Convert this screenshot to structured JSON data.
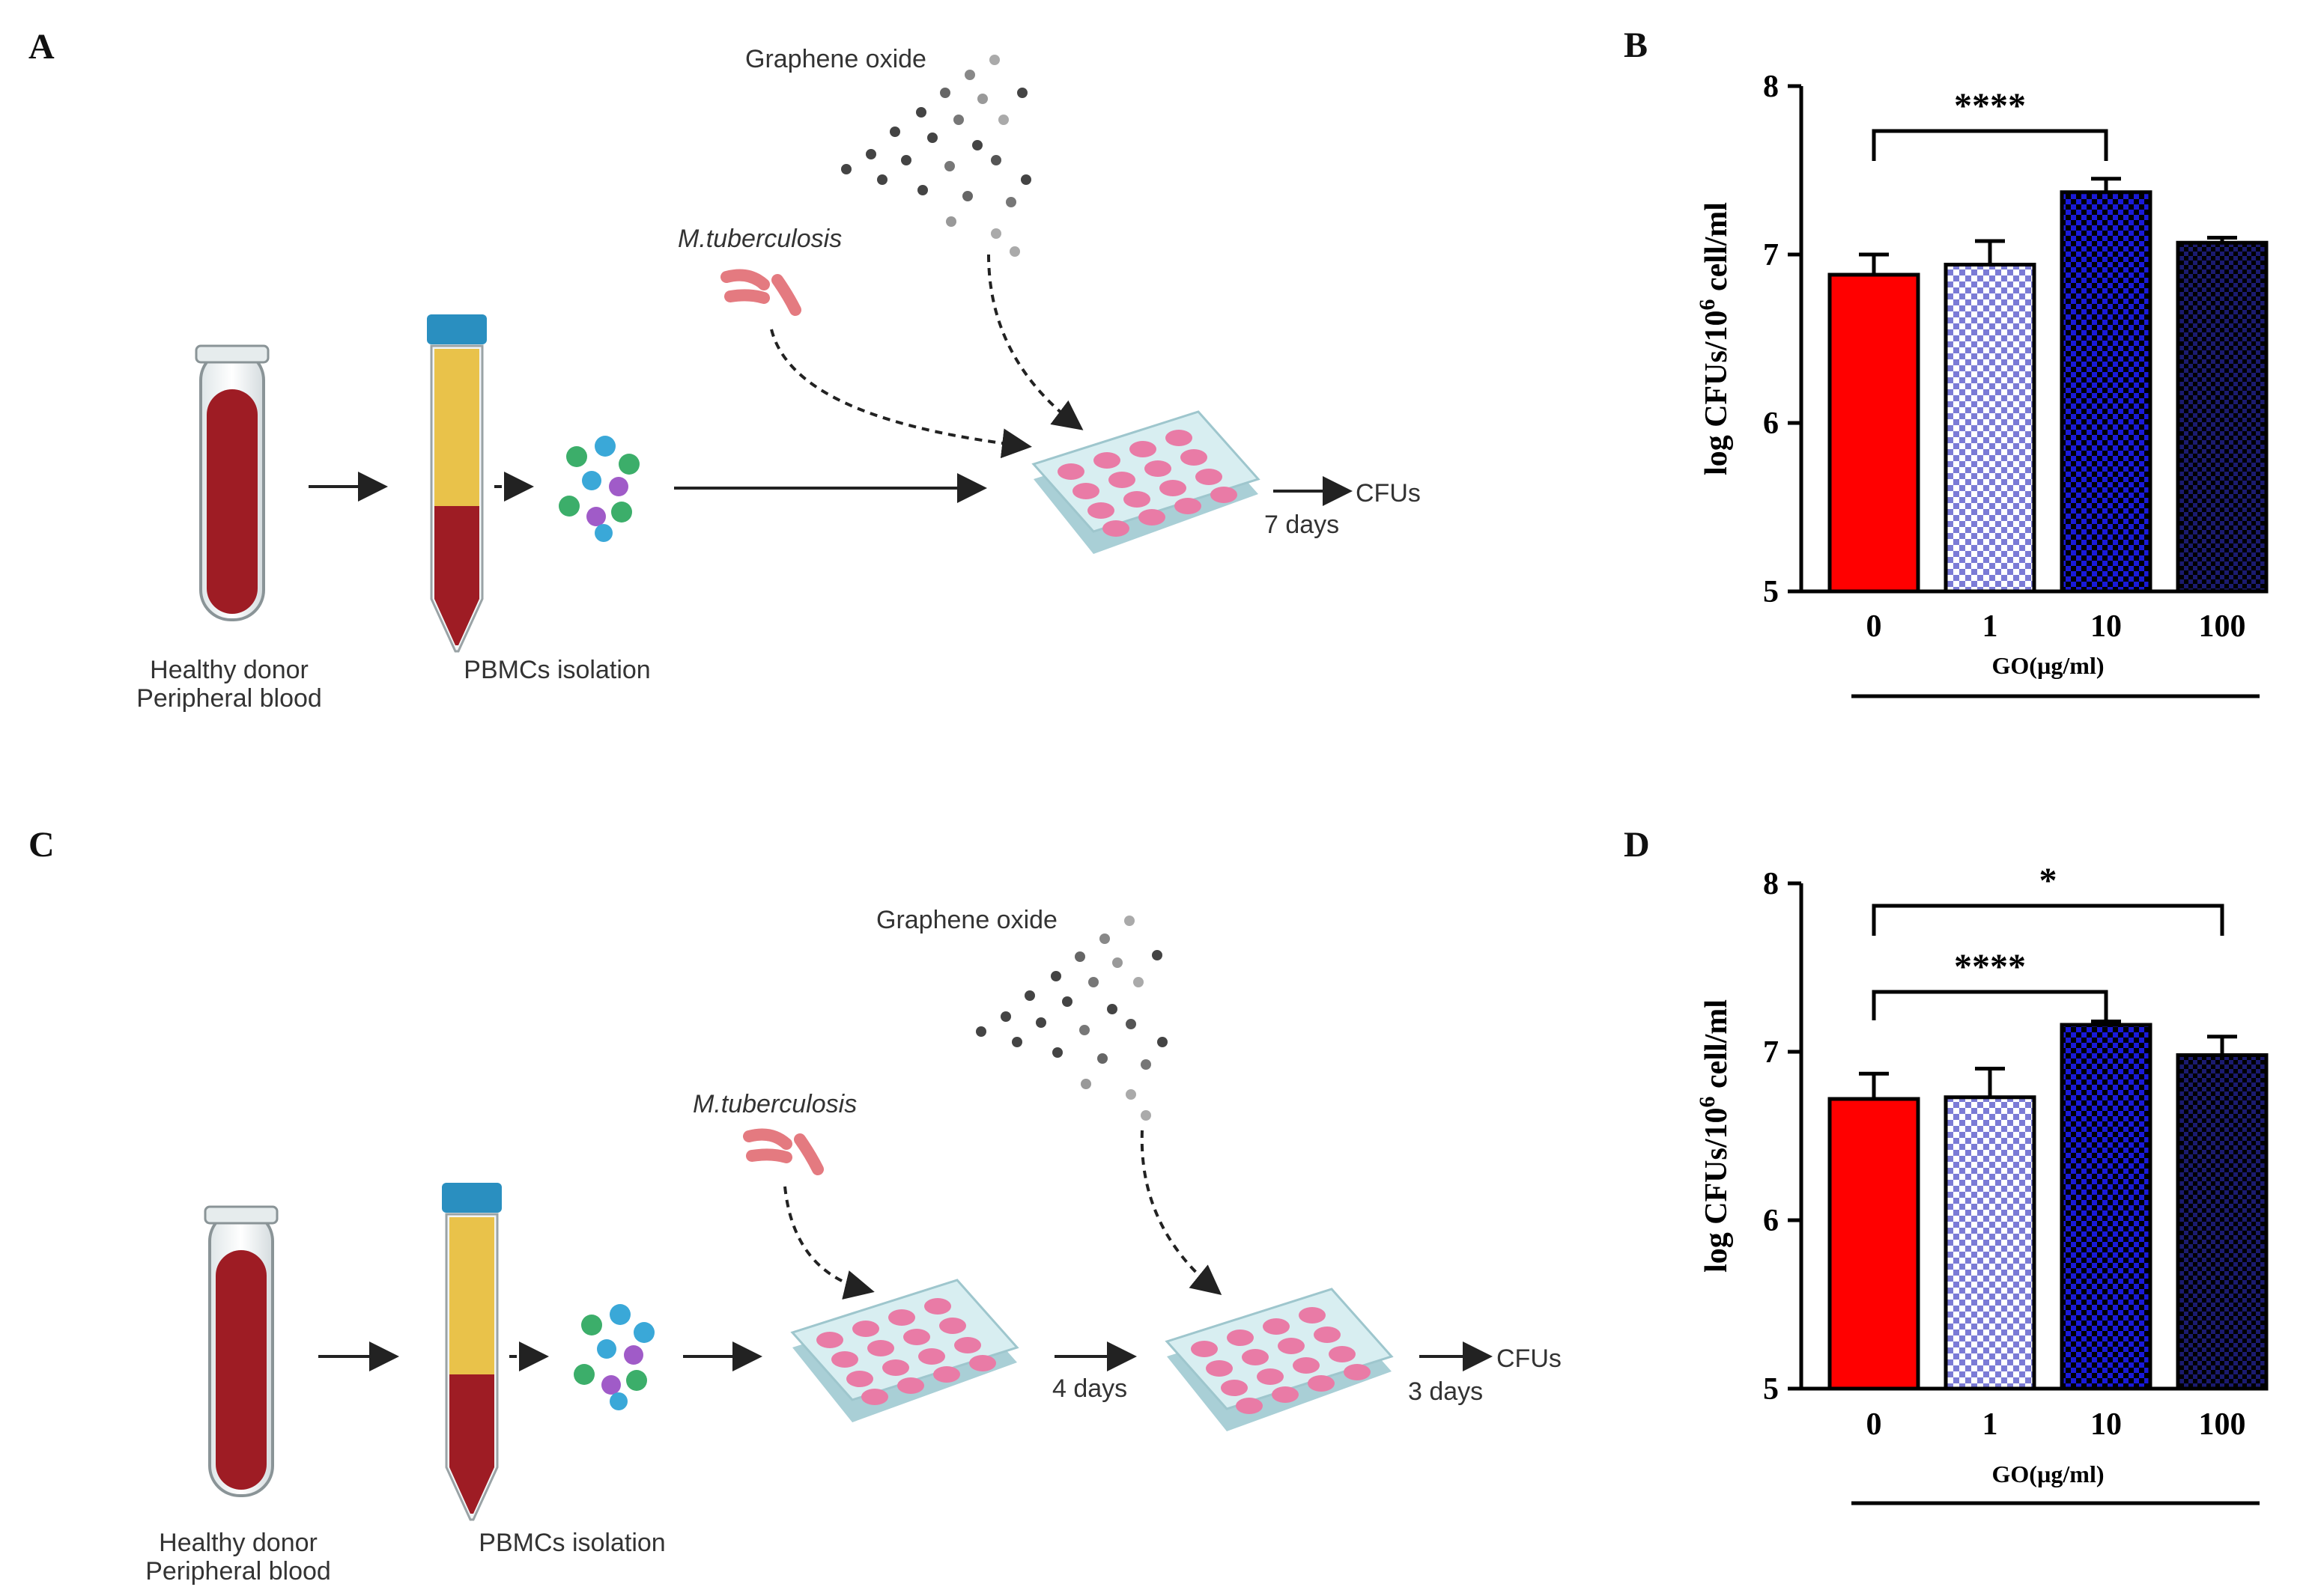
{
  "panels": {
    "A": {
      "letter": "A",
      "label_graphene": "Graphene oxide",
      "label_mtb": "M.tuberculosis",
      "label_donor_1": "Healthy donor",
      "label_donor_2": "Peripheral blood",
      "label_pbmc": "PBMCs isolation",
      "label_days": "7 days",
      "label_cfus": "CFUs"
    },
    "C": {
      "letter": "C",
      "label_graphene": "Graphene oxide",
      "label_mtb": "M.tuberculosis",
      "label_donor_1": "Healthy donor",
      "label_donor_2": "Peripheral blood",
      "label_pbmc": "PBMCs isolation",
      "label_days_1": "4 days",
      "label_days_2": "3 days",
      "label_cfus": "CFUs"
    },
    "B": {
      "letter": "B"
    },
    "D": {
      "letter": "D"
    }
  },
  "colors": {
    "bar_0": "#ff0000",
    "bar_1": "#7b7bd6",
    "bar_10": "#1a1ad9",
    "bar_100": "#10104a",
    "blood": "#9e1c24",
    "serum": "#e9c24a",
    "cap": "#2a8fc0",
    "plate": "#cfe8ec",
    "well": "#e97ba6"
  },
  "chart_data": [
    {
      "panel": "B",
      "type": "bar",
      "categories": [
        "0",
        "1",
        "10",
        "100"
      ],
      "values": [
        6.88,
        6.94,
        7.37,
        7.07
      ],
      "errors": [
        0.12,
        0.14,
        0.08,
        0.03
      ],
      "xlabel": "GO(µg/ml)",
      "ylabel_main": "log CFUs/10",
      "ylabel_sup": "6",
      "ylabel_tail": " cell/ml",
      "ylim": [
        5,
        8
      ],
      "yticks": [
        "5",
        "6",
        "7",
        "8"
      ],
      "significance": [
        {
          "from": "0",
          "to": "10",
          "label": "****"
        }
      ],
      "grid": false
    },
    {
      "panel": "D",
      "type": "bar",
      "categories": [
        "0",
        "1",
        "10",
        "100"
      ],
      "values": [
        6.72,
        6.73,
        7.16,
        6.98
      ],
      "errors": [
        0.15,
        0.17,
        0.02,
        0.11
      ],
      "xlabel": "GO(µg/ml)",
      "ylabel_main": "log CFUs/10",
      "ylabel_sup": "6",
      "ylabel_tail": " cell/ml",
      "ylim": [
        5,
        8
      ],
      "yticks": [
        "5",
        "6",
        "7",
        "8"
      ],
      "significance": [
        {
          "from": "0",
          "to": "10",
          "label": "****"
        },
        {
          "from": "0",
          "to": "100",
          "label": "*"
        }
      ],
      "grid": false
    }
  ]
}
